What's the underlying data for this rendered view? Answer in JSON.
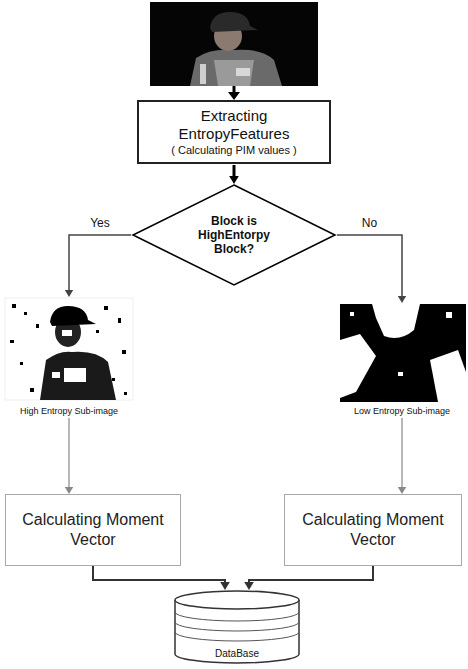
{
  "diagram": {
    "nodes": [
      {
        "text": [
          "Extracting EntropyFeatures",
          "( Calculating PIM values )"
        ]
      },
      {
        "text": [
          "Block is HighEntorpy Block?"
        ]
      },
      {
        "text": [
          "High Entropy Sub-image"
        ]
      },
      {
        "text": [
          "Low Entropy Sub-image"
        ]
      },
      {
        "text": [
          "Calculating Moment Vector"
        ]
      },
      {
        "text": [
          "Calculating Moment Vector"
        ]
      },
      {
        "text": [
          "DataBase"
        ]
      }
    ],
    "edges": [
      {
        "from": 0,
        "to": 1,
        "arrow": "to"
      },
      {
        "from": 1,
        "to": 2,
        "label": "Yes",
        "arrow": "to"
      },
      {
        "from": 1,
        "to": 3,
        "label": "No",
        "arrow": "to"
      },
      {
        "from": 2,
        "to": 4,
        "arrow": "to"
      },
      {
        "from": 3,
        "to": 5,
        "arrow": "to"
      },
      {
        "from": 4,
        "to": 6,
        "arrow": "to"
      },
      {
        "from": 5,
        "to": 6,
        "arrow": "to"
      }
    ]
  }
}
